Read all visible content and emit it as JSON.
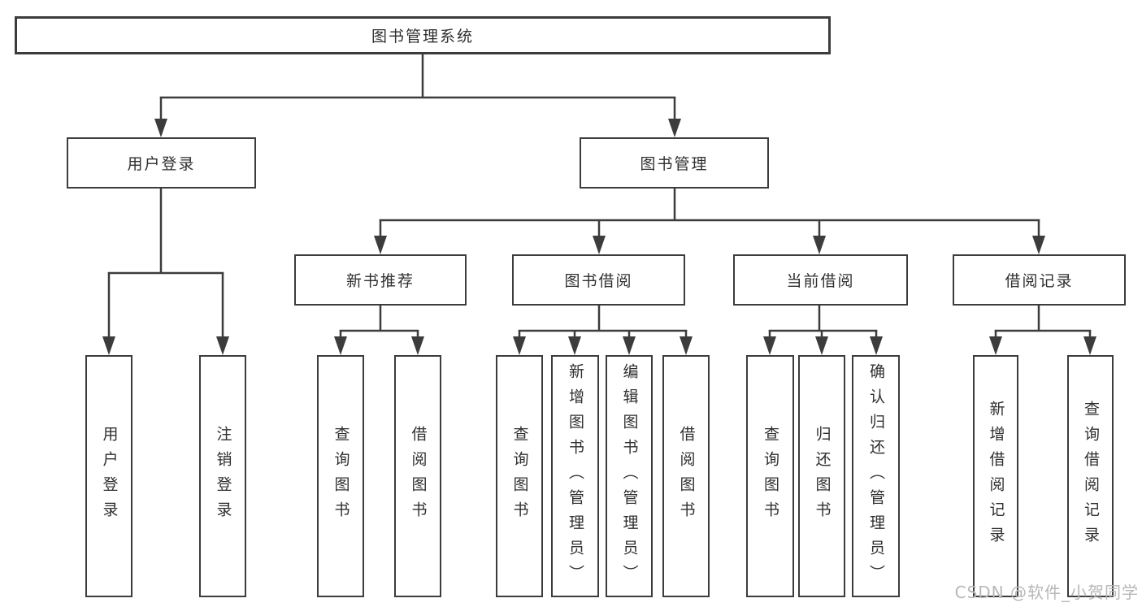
{
  "diagram": {
    "type": "hierarchy-diagram",
    "title": "图书管理系统",
    "nodes": [
      {
        "id": "library-system",
        "label": "图书管理系统",
        "level": 0
      },
      {
        "id": "user-login-branch",
        "label": "用户登录",
        "level": 1
      },
      {
        "id": "book-management",
        "label": "图书管理",
        "level": 1
      },
      {
        "id": "new-book-recommend",
        "label": "新书推荐",
        "level": 2
      },
      {
        "id": "book-borrowing",
        "label": "图书借阅",
        "level": 2
      },
      {
        "id": "current-borrowing",
        "label": "当前借阅",
        "level": 2
      },
      {
        "id": "borrowing-records",
        "label": "借阅记录",
        "level": 2
      },
      {
        "id": "user-login",
        "label": "用户登录",
        "level": 3
      },
      {
        "id": "logout",
        "label": "注销登录",
        "level": 3
      },
      {
        "id": "query-books-recommend",
        "label": "查询图书",
        "level": 3
      },
      {
        "id": "borrow-books-recommend",
        "label": "借阅图书",
        "level": 3
      },
      {
        "id": "query-books-borrowing",
        "label": "查询图书",
        "level": 3
      },
      {
        "id": "add-books-admin",
        "label": "新增图书（管理员）",
        "level": 3
      },
      {
        "id": "edit-books-admin",
        "label": "编辑图书（管理员）",
        "level": 3
      },
      {
        "id": "borrow-books-borrowing",
        "label": "借阅图书",
        "level": 3
      },
      {
        "id": "query-books-current",
        "label": "查询图书",
        "level": 3
      },
      {
        "id": "return-books",
        "label": "归还图书",
        "level": 3
      },
      {
        "id": "confirm-return-admin",
        "label": "确认归还（管理员）",
        "level": 3
      },
      {
        "id": "add-borrowing-record",
        "label": "新增借阅记录",
        "level": 3
      },
      {
        "id": "query-borrowing-record",
        "label": "查询借阅记录",
        "level": 3
      }
    ],
    "edges": [
      {
        "from": "library-system",
        "to": "user-login-branch"
      },
      {
        "from": "library-system",
        "to": "book-management"
      },
      {
        "from": "user-login-branch",
        "to": "user-login"
      },
      {
        "from": "user-login-branch",
        "to": "logout"
      },
      {
        "from": "book-management",
        "to": "new-book-recommend"
      },
      {
        "from": "book-management",
        "to": "book-borrowing"
      },
      {
        "from": "book-management",
        "to": "current-borrowing"
      },
      {
        "from": "book-management",
        "to": "borrowing-records"
      },
      {
        "from": "new-book-recommend",
        "to": "query-books-recommend"
      },
      {
        "from": "new-book-recommend",
        "to": "borrow-books-recommend"
      },
      {
        "from": "book-borrowing",
        "to": "query-books-borrowing"
      },
      {
        "from": "book-borrowing",
        "to": "add-books-admin"
      },
      {
        "from": "book-borrowing",
        "to": "edit-books-admin"
      },
      {
        "from": "book-borrowing",
        "to": "borrow-books-borrowing"
      },
      {
        "from": "current-borrowing",
        "to": "query-books-current"
      },
      {
        "from": "current-borrowing",
        "to": "return-books"
      },
      {
        "from": "current-borrowing",
        "to": "confirm-return-admin"
      },
      {
        "from": "borrowing-records",
        "to": "add-borrowing-record"
      },
      {
        "from": "borrowing-records",
        "to": "query-borrowing-record"
      }
    ],
    "colors": {
      "line": "#3c3c3c",
      "border": "#3c3c3c",
      "text": "#2f2f2f",
      "box_background": "#ffffff",
      "watermark": "#b7b7b7"
    }
  },
  "watermark": {
    "text": "CSDN @软件_小贺同学"
  }
}
